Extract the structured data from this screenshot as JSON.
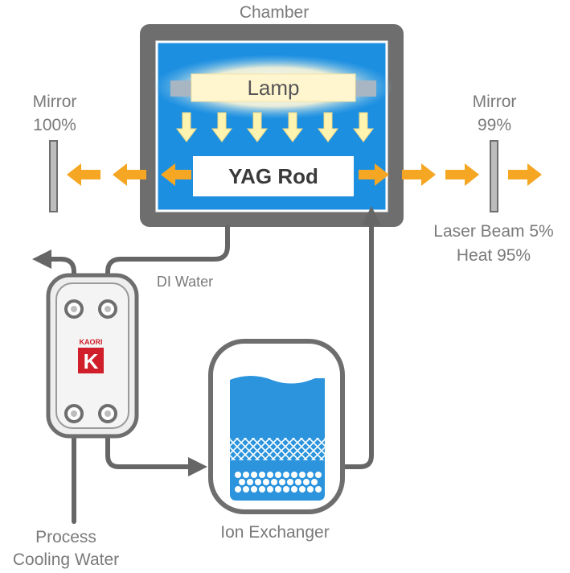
{
  "labels": {
    "chamber": "Chamber",
    "lamp": "Lamp",
    "yag_rod": "YAG Rod",
    "mirror_left_name": "Mirror",
    "mirror_left_pct": "100%",
    "mirror_right_name": "Mirror",
    "mirror_right_pct": "99%",
    "laser_beam": "Laser Beam 5%",
    "heat": "Heat 95%",
    "di_water": "DI Water",
    "ion_exchanger": "Ion Exchanger",
    "process_line1": "Process",
    "process_line2": "Cooling Water",
    "brand_text": "KAORI",
    "brand_letter": "K"
  },
  "colors": {
    "chamber_frame": "#6e6e6e",
    "chamber_water": "#1d8fe0",
    "beam_arrow": "#f5a623",
    "lamp_arrow": "#fff3b0",
    "pipe": "#666666",
    "resin": "#2b94dd",
    "brand_red": "#d01f2a"
  },
  "icons": [
    "lamp-tube-icon",
    "mirror-icon",
    "arrow-icon",
    "heat-exchanger-icon",
    "ion-exchanger-tank-icon",
    "kaori-logo-icon"
  ]
}
